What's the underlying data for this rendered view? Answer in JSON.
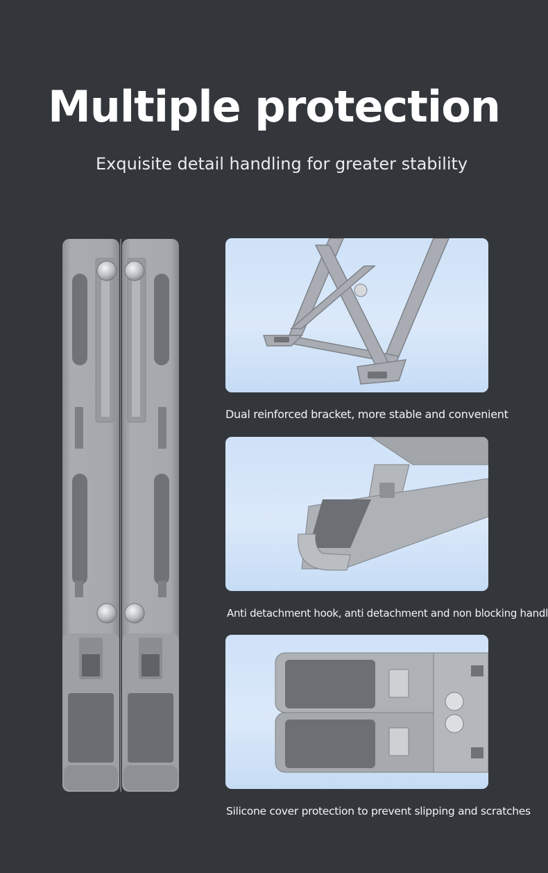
{
  "title": "Multiple protection",
  "subtitle": "Exquisite detail handling for greater stability",
  "features": [
    {
      "caption": "Dual reinforced bracket, more stable and convenient"
    },
    {
      "caption": "Anti detachment hook, anti detachment and non blocking handle"
    },
    {
      "caption": "Silicone cover protection to prevent slipping and scratches"
    }
  ],
  "colors": {
    "background": "#33373c",
    "metal": "#a4a8ad",
    "silicone_pad": "#6e7176",
    "panel_bg": "#d6e6f9"
  }
}
